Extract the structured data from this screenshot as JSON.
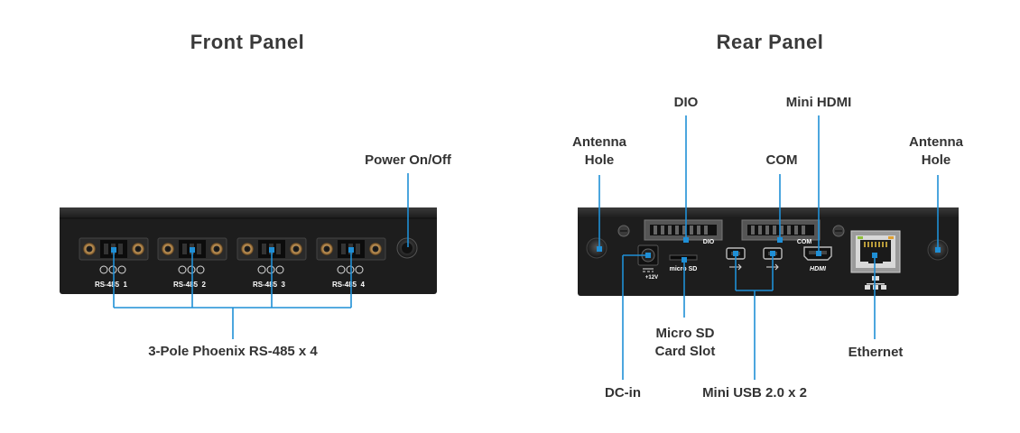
{
  "front": {
    "title": "Front Panel",
    "callouts": {
      "power": "Power On/Off",
      "phoenix": "3-Pole Phoenix RS-485 x 4"
    },
    "port_labels": [
      "RS-485  1",
      "RS-485  2",
      "RS-485  3",
      "RS-485  4"
    ]
  },
  "rear": {
    "title": "Rear Panel",
    "callouts": {
      "antenna_left_1": "Antenna",
      "antenna_left_2": "Hole",
      "dio": "DIO",
      "com": "COM",
      "mini_hdmi": "Mini HDMI",
      "antenna_right_1": "Antenna",
      "antenna_right_2": "Hole",
      "micro_sd_1": "Micro SD",
      "micro_sd_2": "Card Slot",
      "ethernet": "Ethernet",
      "dc_in": "DC-in",
      "mini_usb": "Mini USB 2.0 x 2"
    },
    "silkscreen": {
      "dio": "DIO",
      "com": "COM",
      "micro_sd": "micro SD",
      "hdmi": "HDMI",
      "dc": "+12V"
    }
  },
  "colors": {
    "leader_line": "#1f8fd6",
    "chassis": "#1c1c1c",
    "text": "#333333"
  }
}
